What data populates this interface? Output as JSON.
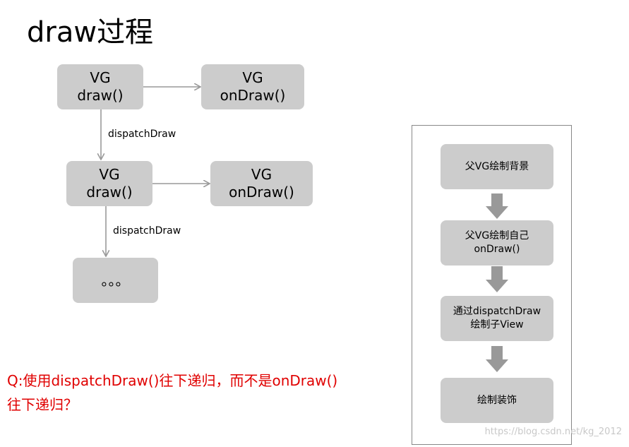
{
  "title": "draw过程",
  "flow": {
    "row1_left": {
      "line1": "VG",
      "line2": "draw()"
    },
    "row1_right": {
      "line1": "VG",
      "line2": "onDraw()"
    },
    "edge1_label": "dispatchDraw",
    "row2_left": {
      "line1": "VG",
      "line2": "draw()"
    },
    "row2_right": {
      "line1": "VG",
      "line2": "onDraw()"
    },
    "edge2_label": "dispatchDraw",
    "row3": {
      "text": "。。。"
    }
  },
  "steps": {
    "step1": {
      "line1": "父VG绘制背景"
    },
    "step2": {
      "line1": "父VG绘制自己",
      "line2": "onDraw()"
    },
    "step3": {
      "line1": "通过dispatchDraw",
      "line2": "绘制子View"
    },
    "step4": {
      "line1": "绘制装饰"
    }
  },
  "question": {
    "line1": "Q:使用dispatchDraw()往下递归，而不是onDraw()",
    "line2": "往下递归？"
  },
  "watermark": "https://blog.csdn.net/kg_2012",
  "colors": {
    "box_fill": "#cccccc",
    "arrow_gray": "#999999",
    "panel_arrow": "#999999",
    "question_red": "#e00000"
  }
}
